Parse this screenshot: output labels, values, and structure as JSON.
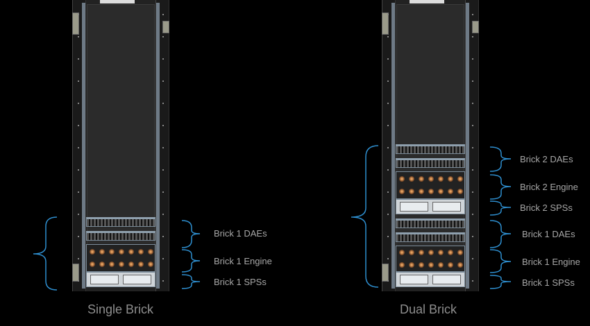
{
  "single": {
    "caption": "Single Brick",
    "labels": {
      "daes": "Brick 1 DAEs",
      "engine": "Brick 1 Engine",
      "spss": "Brick 1 SPSs"
    }
  },
  "dual": {
    "caption": "Dual Brick",
    "labels": {
      "b2_daes": "Brick 2 DAEs",
      "b2_engine": "Brick 2 Engine",
      "b2_spss": "Brick 2 SPSs",
      "b1_daes": "Brick 1 DAEs",
      "b1_engine": "Brick 1 Engine",
      "b1_spss": "Brick 1 SPSs"
    }
  },
  "colors": {
    "brace": "#2e8fd0",
    "label": "#a8a8a8",
    "caption": "#8e8e8e"
  }
}
